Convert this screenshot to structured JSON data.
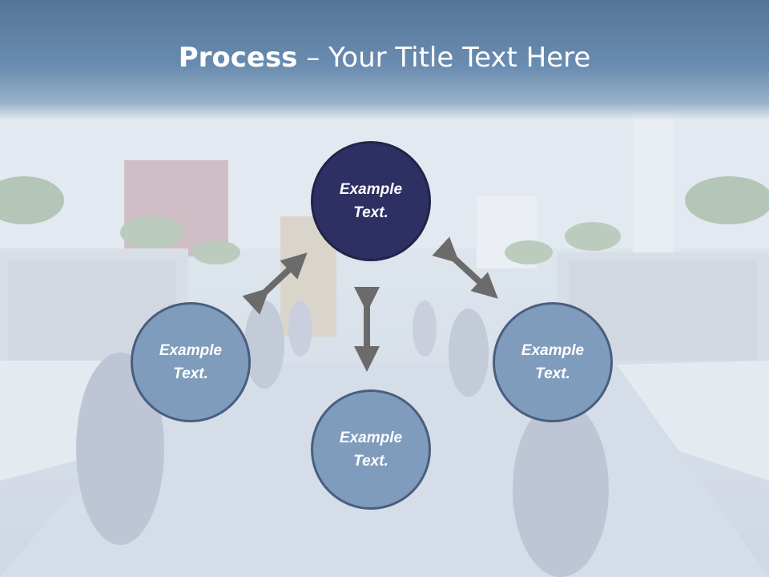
{
  "title": {
    "bold": "Process",
    "rest": " – Your Title Text Here"
  },
  "nodes": [
    {
      "line1": "Example",
      "line2": "Text."
    },
    {
      "line1": "Example",
      "line2": "Text."
    },
    {
      "line1": "Example",
      "line2": "Text."
    },
    {
      "line1": "Example",
      "line2": "Text."
    }
  ],
  "colors": {
    "header": "#557597",
    "node_dark": "#2e2f63",
    "node_light": "#7f9cbd",
    "arrow": "#6b6b6b"
  },
  "icons": [
    "double-arrow-icon"
  ]
}
